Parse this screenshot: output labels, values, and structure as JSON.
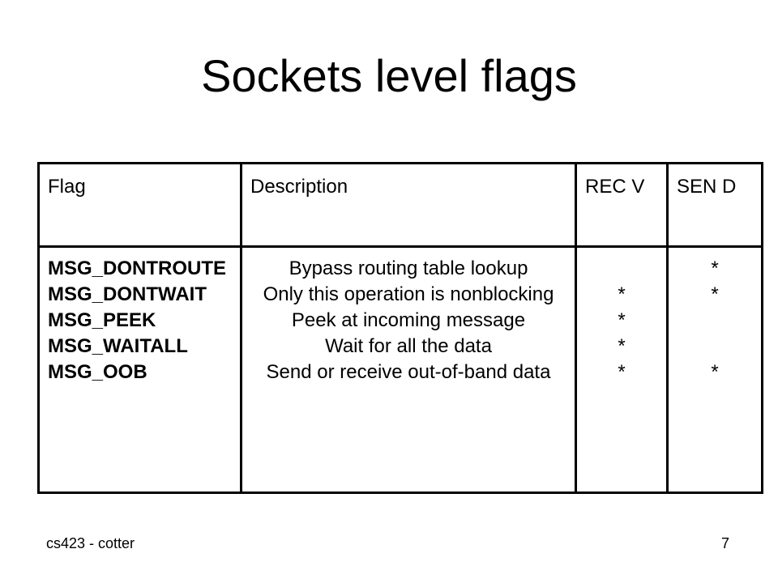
{
  "slide": {
    "title": "Sockets level flags",
    "footer_left": "cs423 - cotter",
    "page_number": "7"
  },
  "table": {
    "headers": [
      "Flag",
      "Description",
      "REC V",
      "SEN D"
    ],
    "flags": [
      "MSG_DONTROUTE",
      "MSG_DONTWAIT",
      "MSG_PEEK",
      "MSG_WAITALL",
      "MSG_OOB"
    ],
    "descriptions": [
      "Bypass routing table lookup",
      "Only this operation is nonblocking",
      "Peek at incoming message",
      "Wait for all the data",
      "Send or receive out-of-band data"
    ],
    "recv_marks": [
      "",
      "*",
      "*",
      "*",
      "*"
    ],
    "send_marks": [
      "*",
      "*",
      "",
      "",
      "*"
    ]
  }
}
